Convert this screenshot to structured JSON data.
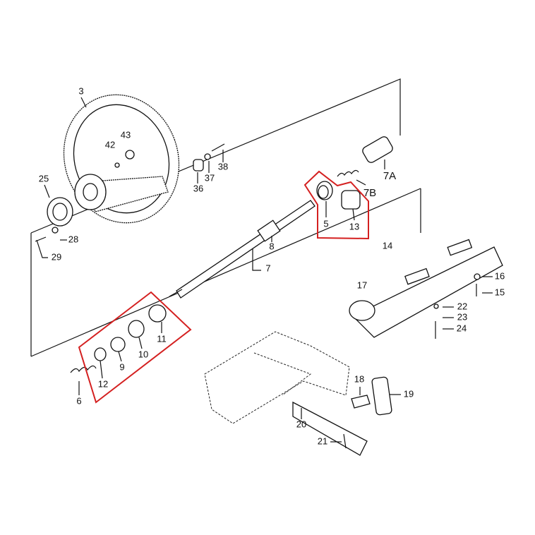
{
  "diagram": {
    "colors": {
      "highlight": "#d42020",
      "line": "#111111",
      "label_box": "#eee6c4"
    },
    "labels": {
      "l3": "3",
      "l43": "43",
      "l42": "42",
      "l25": "25",
      "l28": "28",
      "l29": "29",
      "l36": "36",
      "l37": "37",
      "l38": "38",
      "l7A": "7A",
      "l7B": "7B",
      "l5": "5",
      "l13": "13",
      "l8": "8",
      "l7": "7",
      "l14": "14",
      "l16": "16",
      "l15": "15",
      "l17": "17",
      "l22": "22",
      "l23": "23",
      "l24": "24",
      "l11": "11",
      "l10": "10",
      "l9": "9",
      "l12": "12",
      "l6": "6",
      "l18": "18",
      "l19": "19",
      "l20": "20",
      "l21": "21"
    }
  }
}
